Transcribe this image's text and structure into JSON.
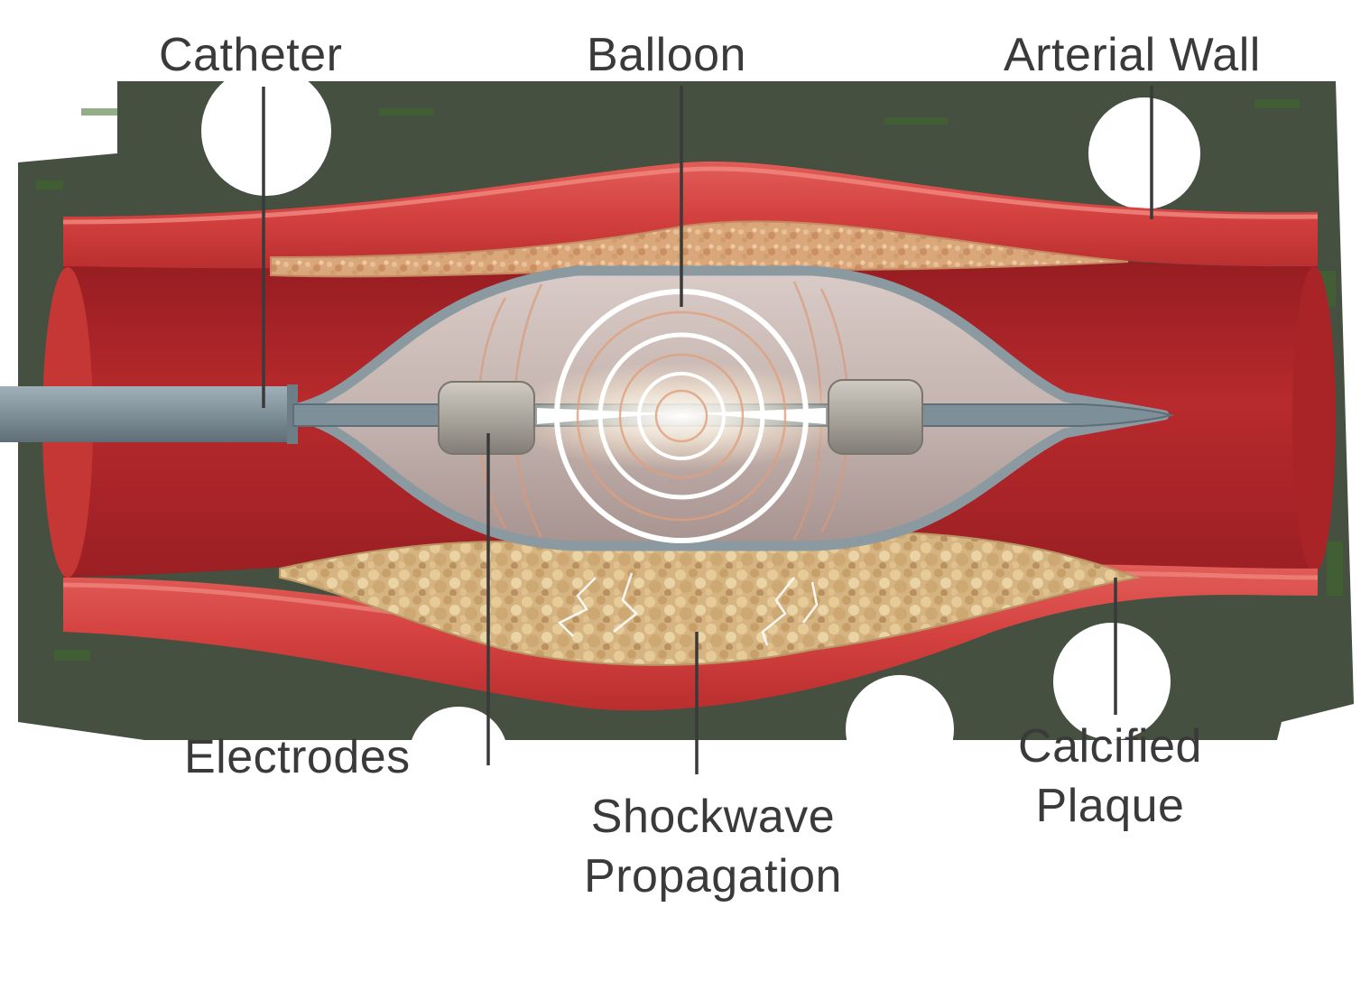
{
  "labels": {
    "catheter": "Catheter",
    "balloon": "Balloon",
    "arterial_wall": "Arterial Wall",
    "electrodes": "Electrodes",
    "shockwave_line1": "Shockwave",
    "shockwave_line2": "Propagation",
    "plaque_line1": "Calcified",
    "plaque_line2": "Plaque"
  },
  "colors": {
    "background": "#ffffff",
    "backdrop_dark": "#1c2a16",
    "artery_wall": "#d8514f",
    "artery_lumen": "#b5272a",
    "soft_plaque": "#d9a77a",
    "calcified_plaque": "#d8bb86",
    "balloon": "#c9b8b5",
    "balloon_outline": "#8b9aa1",
    "catheter": "#7f9099",
    "electrode": "#a9a49c",
    "shockwave": "#ffffff",
    "text": "#3a3a3a",
    "leader_line": "#3a3a3a"
  }
}
